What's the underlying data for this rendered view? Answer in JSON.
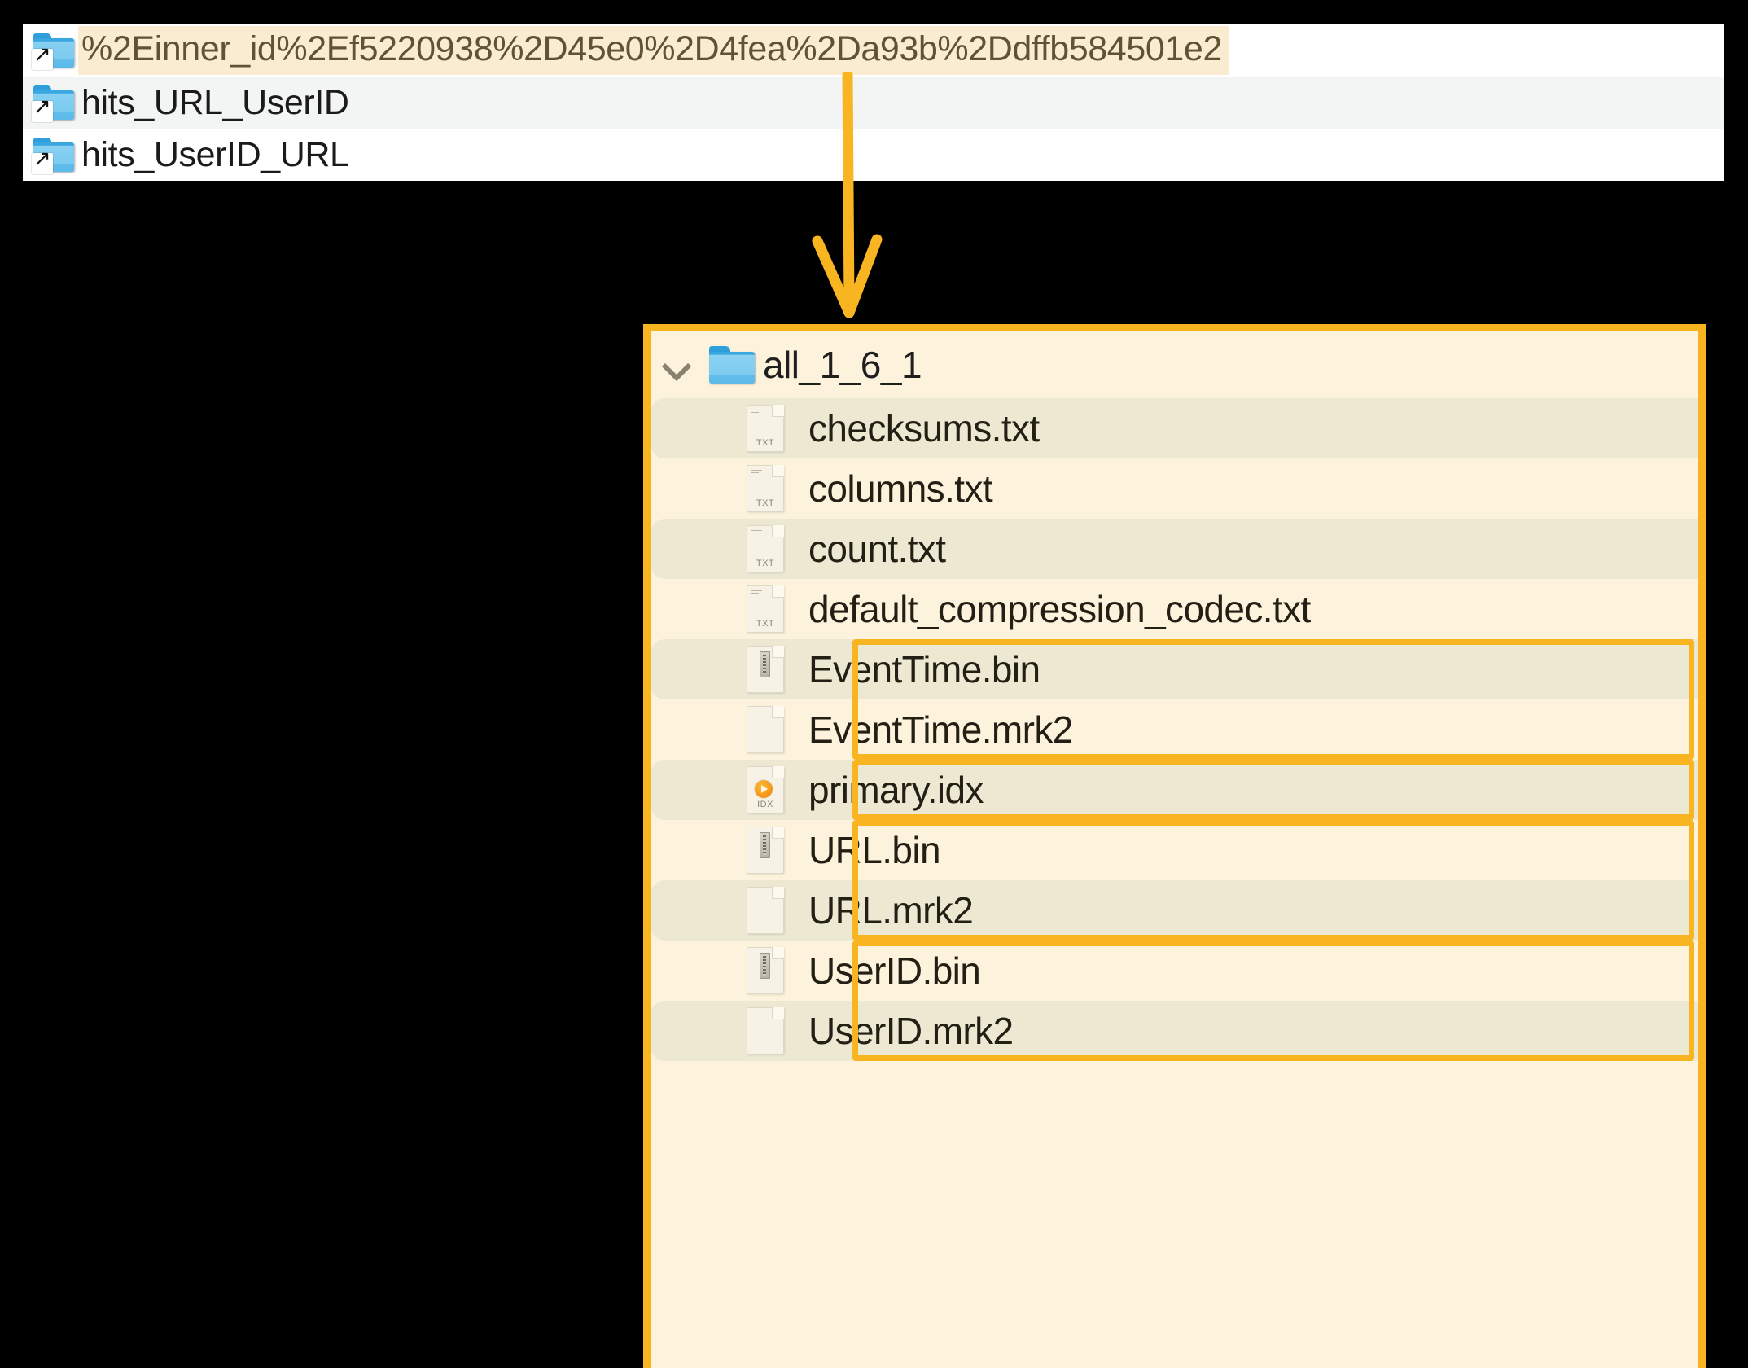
{
  "top_list": {
    "items": [
      {
        "label": "%2Einner_id%2Ef5220938%2D45e0%2D4fea%2Da93b%2Ddffb584501e2",
        "icon": "folder-shortcut-icon",
        "selected": true
      },
      {
        "label": "hits_URL_UserID",
        "icon": "folder-shortcut-icon",
        "selected": false
      },
      {
        "label": "hits_UserID_URL",
        "icon": "folder-shortcut-icon",
        "selected": false
      }
    ]
  },
  "annotation": {
    "arrow": "down-arrow",
    "accent_color": "#f8b521",
    "highlight_fill": "#fdf2dc",
    "stripe_color": "#ece8d2",
    "selected_row_color": "#faecd1"
  },
  "detail_panel": {
    "header": {
      "expander": "chevron-down-icon",
      "icon": "folder-icon",
      "label": "all_1_6_1"
    },
    "files": [
      {
        "label": "checksums.txt",
        "icon": "txt-file-icon",
        "ext": "TXT",
        "stripe": true,
        "boxed": false
      },
      {
        "label": "columns.txt",
        "icon": "txt-file-icon",
        "ext": "TXT",
        "stripe": false,
        "boxed": false
      },
      {
        "label": "count.txt",
        "icon": "txt-file-icon",
        "ext": "TXT",
        "stripe": true,
        "boxed": false
      },
      {
        "label": "default_compression_codec.txt",
        "icon": "txt-file-icon",
        "ext": "TXT",
        "stripe": false,
        "boxed": false
      },
      {
        "label": "EventTime.bin",
        "icon": "bin-file-icon",
        "ext": "",
        "stripe": true,
        "boxed": true
      },
      {
        "label": "EventTime.mrk2",
        "icon": "blank-file-icon",
        "ext": "",
        "stripe": false,
        "boxed": true
      },
      {
        "label": "primary.idx",
        "icon": "idx-file-icon",
        "ext": "IDX",
        "stripe": true,
        "boxed": true
      },
      {
        "label": "URL.bin",
        "icon": "bin-file-icon",
        "ext": "",
        "stripe": false,
        "boxed": true
      },
      {
        "label": "URL.mrk2",
        "icon": "blank-file-icon",
        "ext": "",
        "stripe": true,
        "boxed": true
      },
      {
        "label": "UserID.bin",
        "icon": "bin-file-icon",
        "ext": "",
        "stripe": false,
        "boxed": true
      },
      {
        "label": "UserID.mrk2",
        "icon": "blank-file-icon",
        "ext": "",
        "stripe": true,
        "boxed": true
      }
    ],
    "highlight_groups": [
      {
        "name": "event-time-group",
        "start": 4,
        "end": 5
      },
      {
        "name": "primary-idx-group",
        "start": 6,
        "end": 6
      },
      {
        "name": "url-group",
        "start": 7,
        "end": 8
      },
      {
        "name": "user-id-group",
        "start": 9,
        "end": 10
      }
    ]
  }
}
